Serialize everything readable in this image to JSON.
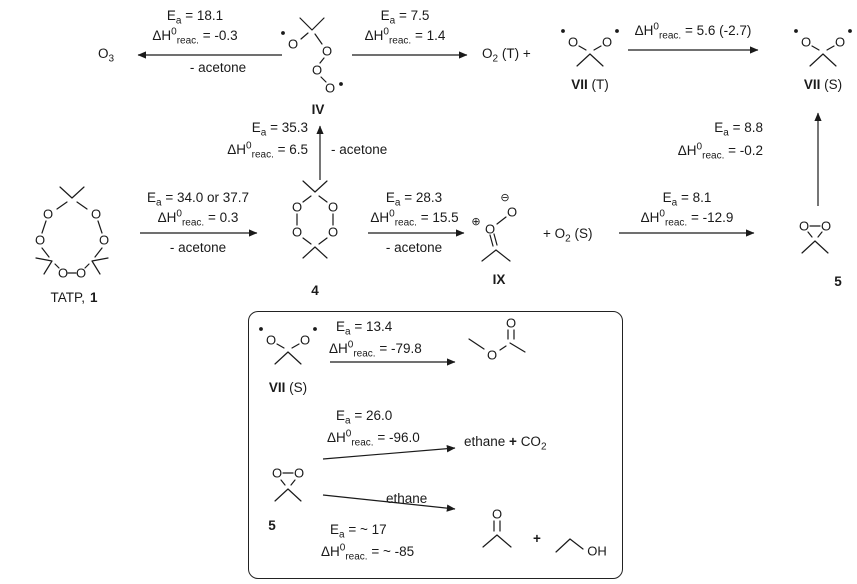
{
  "sym": {
    "O": "O",
    "OH": "OH",
    "minus_charge": "⊖",
    "plus_charge": "⊕"
  },
  "common": {
    "E": "E",
    "a": "a",
    "dH": "ΔH",
    "zero": "0",
    "reac": "reac."
  },
  "species": {
    "o3": {
      "base": "O",
      "sub": "3"
    },
    "iv": "IV",
    "o2_t_plus": {
      "base": "O",
      "sub": "2",
      "suffix": " (T) +"
    },
    "vii_t": {
      "bold": "VII",
      "rest": " (T)"
    },
    "vii_s": {
      "bold": "VII",
      "rest": " (S)"
    },
    "tatp": {
      "text": "TATP,",
      "bold": "1"
    },
    "four": "4",
    "ix": "IX",
    "o2_s": {
      "prefix": "+ O",
      "sub": "2",
      "suffix": " (S)"
    },
    "five": "5",
    "ethane_co2": {
      "word": "ethane",
      "plus": " + ",
      "base": "CO",
      "sub": "2"
    },
    "plus": "+"
  },
  "reactions": {
    "iv_to_o3": {
      "ea": " = 18.1",
      "dh": " = -0.3",
      "note": "- acetone"
    },
    "iv_to_o2t_viit": {
      "ea": " = 7.5",
      "dh": " = 1.4"
    },
    "viit_to_viis": {
      "dh": " = 5.6 (-2.7)"
    },
    "four_to_iv": {
      "ea": " = 35.3",
      "dh": " = 6.5",
      "note": "- acetone"
    },
    "tatp_to_four": {
      "ea": " = 34.0 or 37.7",
      "dh": " = 0.3",
      "note": "- acetone"
    },
    "four_to_ix": {
      "ea": " = 28.3",
      "dh": " = 15.5",
      "note": "- acetone"
    },
    "ix_to_five": {
      "ea": " = 8.1",
      "dh": " = -12.9"
    },
    "five_to_viis": {
      "ea": " = 8.8",
      "dh": " = -0.2"
    },
    "viis_to_methyl_acetate": {
      "ea": " = 13.4",
      "dh": " = -79.8"
    },
    "five_to_ethane_co2": {
      "ea": " = 26.0",
      "dh": " = -96.0"
    },
    "five_to_acetone_ethanol": {
      "ea": " = ~ 17",
      "dh": " = ~ -85",
      "arrow_label": "ethane"
    }
  }
}
